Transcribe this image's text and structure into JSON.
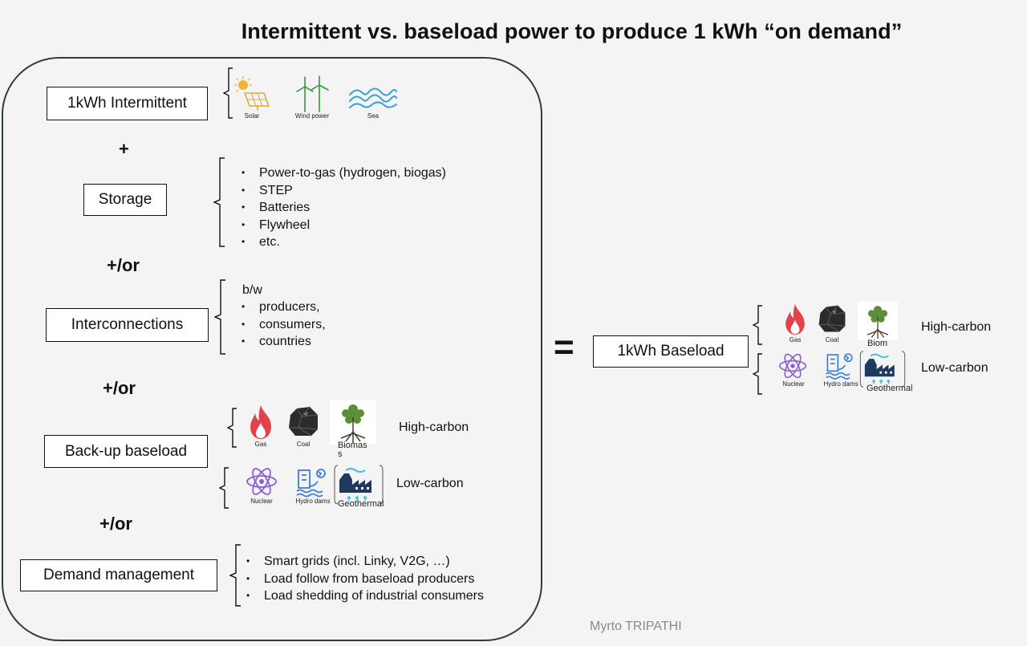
{
  "title": "Intermittent vs. baseload power to produce 1 kWh “on demand”",
  "left_panel": {
    "intermittent": {
      "label": "1kWh Intermittent",
      "icons": [
        {
          "icon": "solar-panel-icon",
          "caption": "Solar"
        },
        {
          "icon": "wind-turbine-icon",
          "caption": "Wind power"
        },
        {
          "icon": "sea-waves-icon",
          "caption": "Sea"
        }
      ]
    },
    "op1": "+",
    "storage": {
      "label": "Storage",
      "items": [
        "Power-to-gas (hydrogen, biogas)",
        "STEP",
        "Batteries",
        "Flywheel",
        "etc."
      ]
    },
    "op2": "+/or",
    "interconnections": {
      "label": "Interconnections",
      "intro": "b/w",
      "items": [
        "producers,",
        "consumers,",
        "countries"
      ]
    },
    "op3": "+/or",
    "backup": {
      "label": "Back-up baseload",
      "high_carbon": {
        "label": "High-carbon",
        "icons": [
          {
            "icon": "gas-flame-icon",
            "caption": "Gas"
          },
          {
            "icon": "coal-icon",
            "caption": "Coal"
          },
          {
            "icon": "biomass-tree-icon",
            "caption": "Biomas s"
          }
        ]
      },
      "low_carbon": {
        "label": "Low-carbon",
        "icons": [
          {
            "icon": "nuclear-atom-icon",
            "caption": "Nuclear"
          },
          {
            "icon": "hydro-dam-icon",
            "caption": "Hydro dams"
          },
          {
            "icon": "geothermal-plant-icon",
            "caption": "Geothermal"
          }
        ]
      }
    },
    "op4": "+/or",
    "demand": {
      "label": "Demand management",
      "items": [
        "Smart grids (incl. Linky, V2G, …)",
        "Load follow from baseload producers",
        "Load shedding of industrial consumers"
      ]
    }
  },
  "equals_sign": "=",
  "right": {
    "label": "1kWh Baseload",
    "high_carbon": {
      "label": "High-carbon",
      "icons": [
        {
          "icon": "gas-flame-icon",
          "caption": "Gas"
        },
        {
          "icon": "coal-icon",
          "caption": "Coal"
        },
        {
          "icon": "biomass-tree-icon",
          "caption": "Biom"
        }
      ]
    },
    "low_carbon": {
      "label": "Low-carbon",
      "icons": [
        {
          "icon": "nuclear-atom-icon",
          "caption": "Nuclear"
        },
        {
          "icon": "hydro-dam-icon",
          "caption": "Hydro dams"
        },
        {
          "icon": "geothermal-plant-icon",
          "caption": "Geothermal"
        }
      ]
    }
  },
  "credit": "Myrto TRIPATHI",
  "colors": {
    "flame": "#e2434b",
    "nuclear": "#8a5fd6",
    "hydro": "#3b7dd8",
    "geothermal": "#1f3a5c",
    "wind": "#2e9b3a",
    "solar": "#f2b134",
    "sea": "#3aa0d8"
  }
}
